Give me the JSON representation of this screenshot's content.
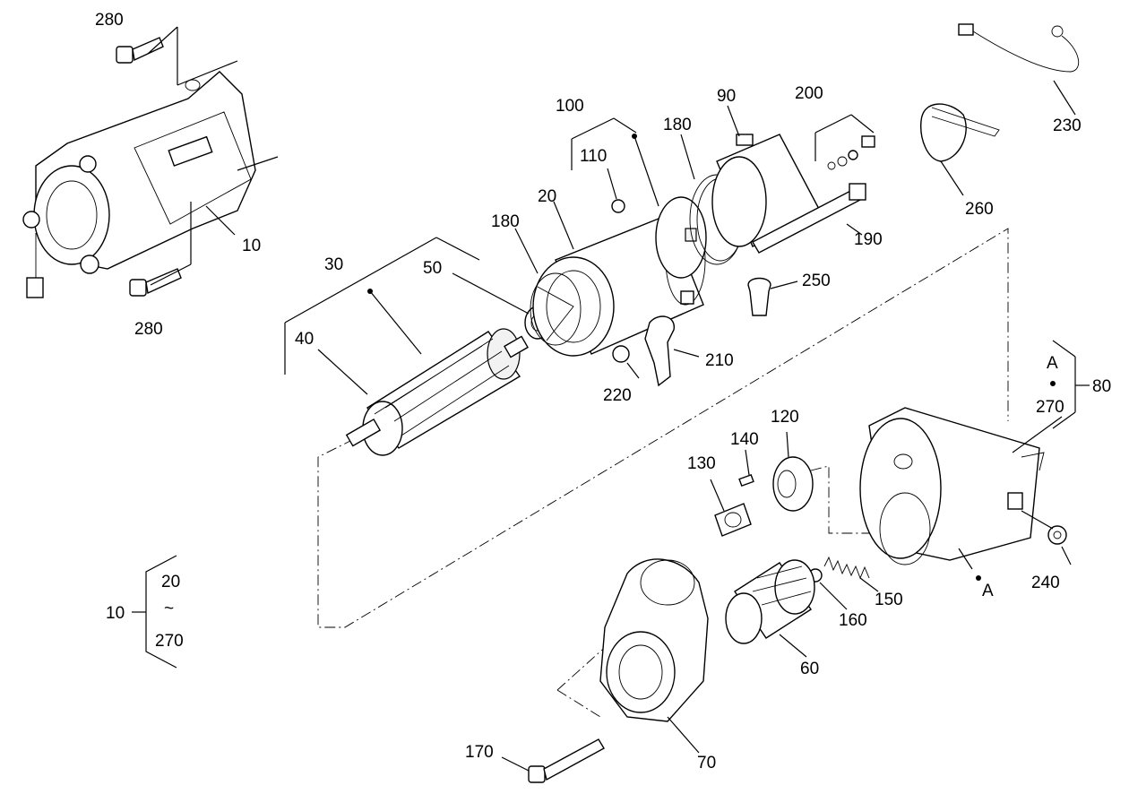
{
  "labels": {
    "p280a": "280",
    "p280b": "280",
    "p10": "10",
    "p100": "100",
    "p90": "90",
    "p200": "200",
    "p230": "230",
    "p110": "110",
    "p180a": "180",
    "p180b": "180",
    "p20": "20",
    "p260": "260",
    "p190": "190",
    "p30": "30",
    "p50": "50",
    "p250": "250",
    "p40": "40",
    "p210": "210",
    "p220": "220",
    "pA1": "A",
    "p80": "80",
    "p270": "270",
    "p120": "120",
    "p140": "140",
    "p130": "130",
    "p240": "240",
    "p150": "150",
    "pA2": "A",
    "p160": "160",
    "p60": "60",
    "p170": "170",
    "p70": "70",
    "legend_from": "10",
    "legend_top": "20",
    "legend_tilde": "~",
    "legend_bottom": "270"
  }
}
